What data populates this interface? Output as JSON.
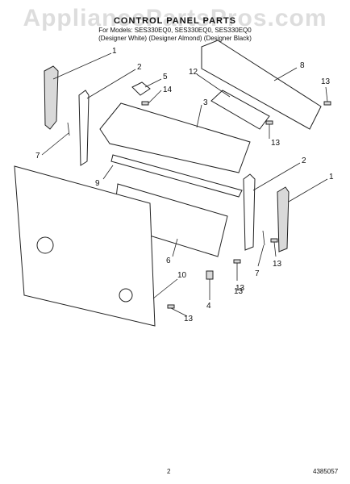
{
  "header": {
    "title": "CONTROL PANEL PARTS",
    "models": "For Models: SES330EQ0, SES330EQ0, SES330EQ0",
    "variants": "(Designer White) (Designer Almond) (Designer Black)"
  },
  "watermark": "AppliancePartsPros.com",
  "callouts": [
    "1",
    "2",
    "5",
    "14",
    "12",
    "8",
    "13",
    "3",
    "13",
    "7",
    "9",
    "2",
    "1",
    "6",
    "13",
    "10",
    "13",
    "4",
    "7",
    "13",
    "13"
  ],
  "footer": {
    "page": "2",
    "doc_number": "4385057"
  }
}
